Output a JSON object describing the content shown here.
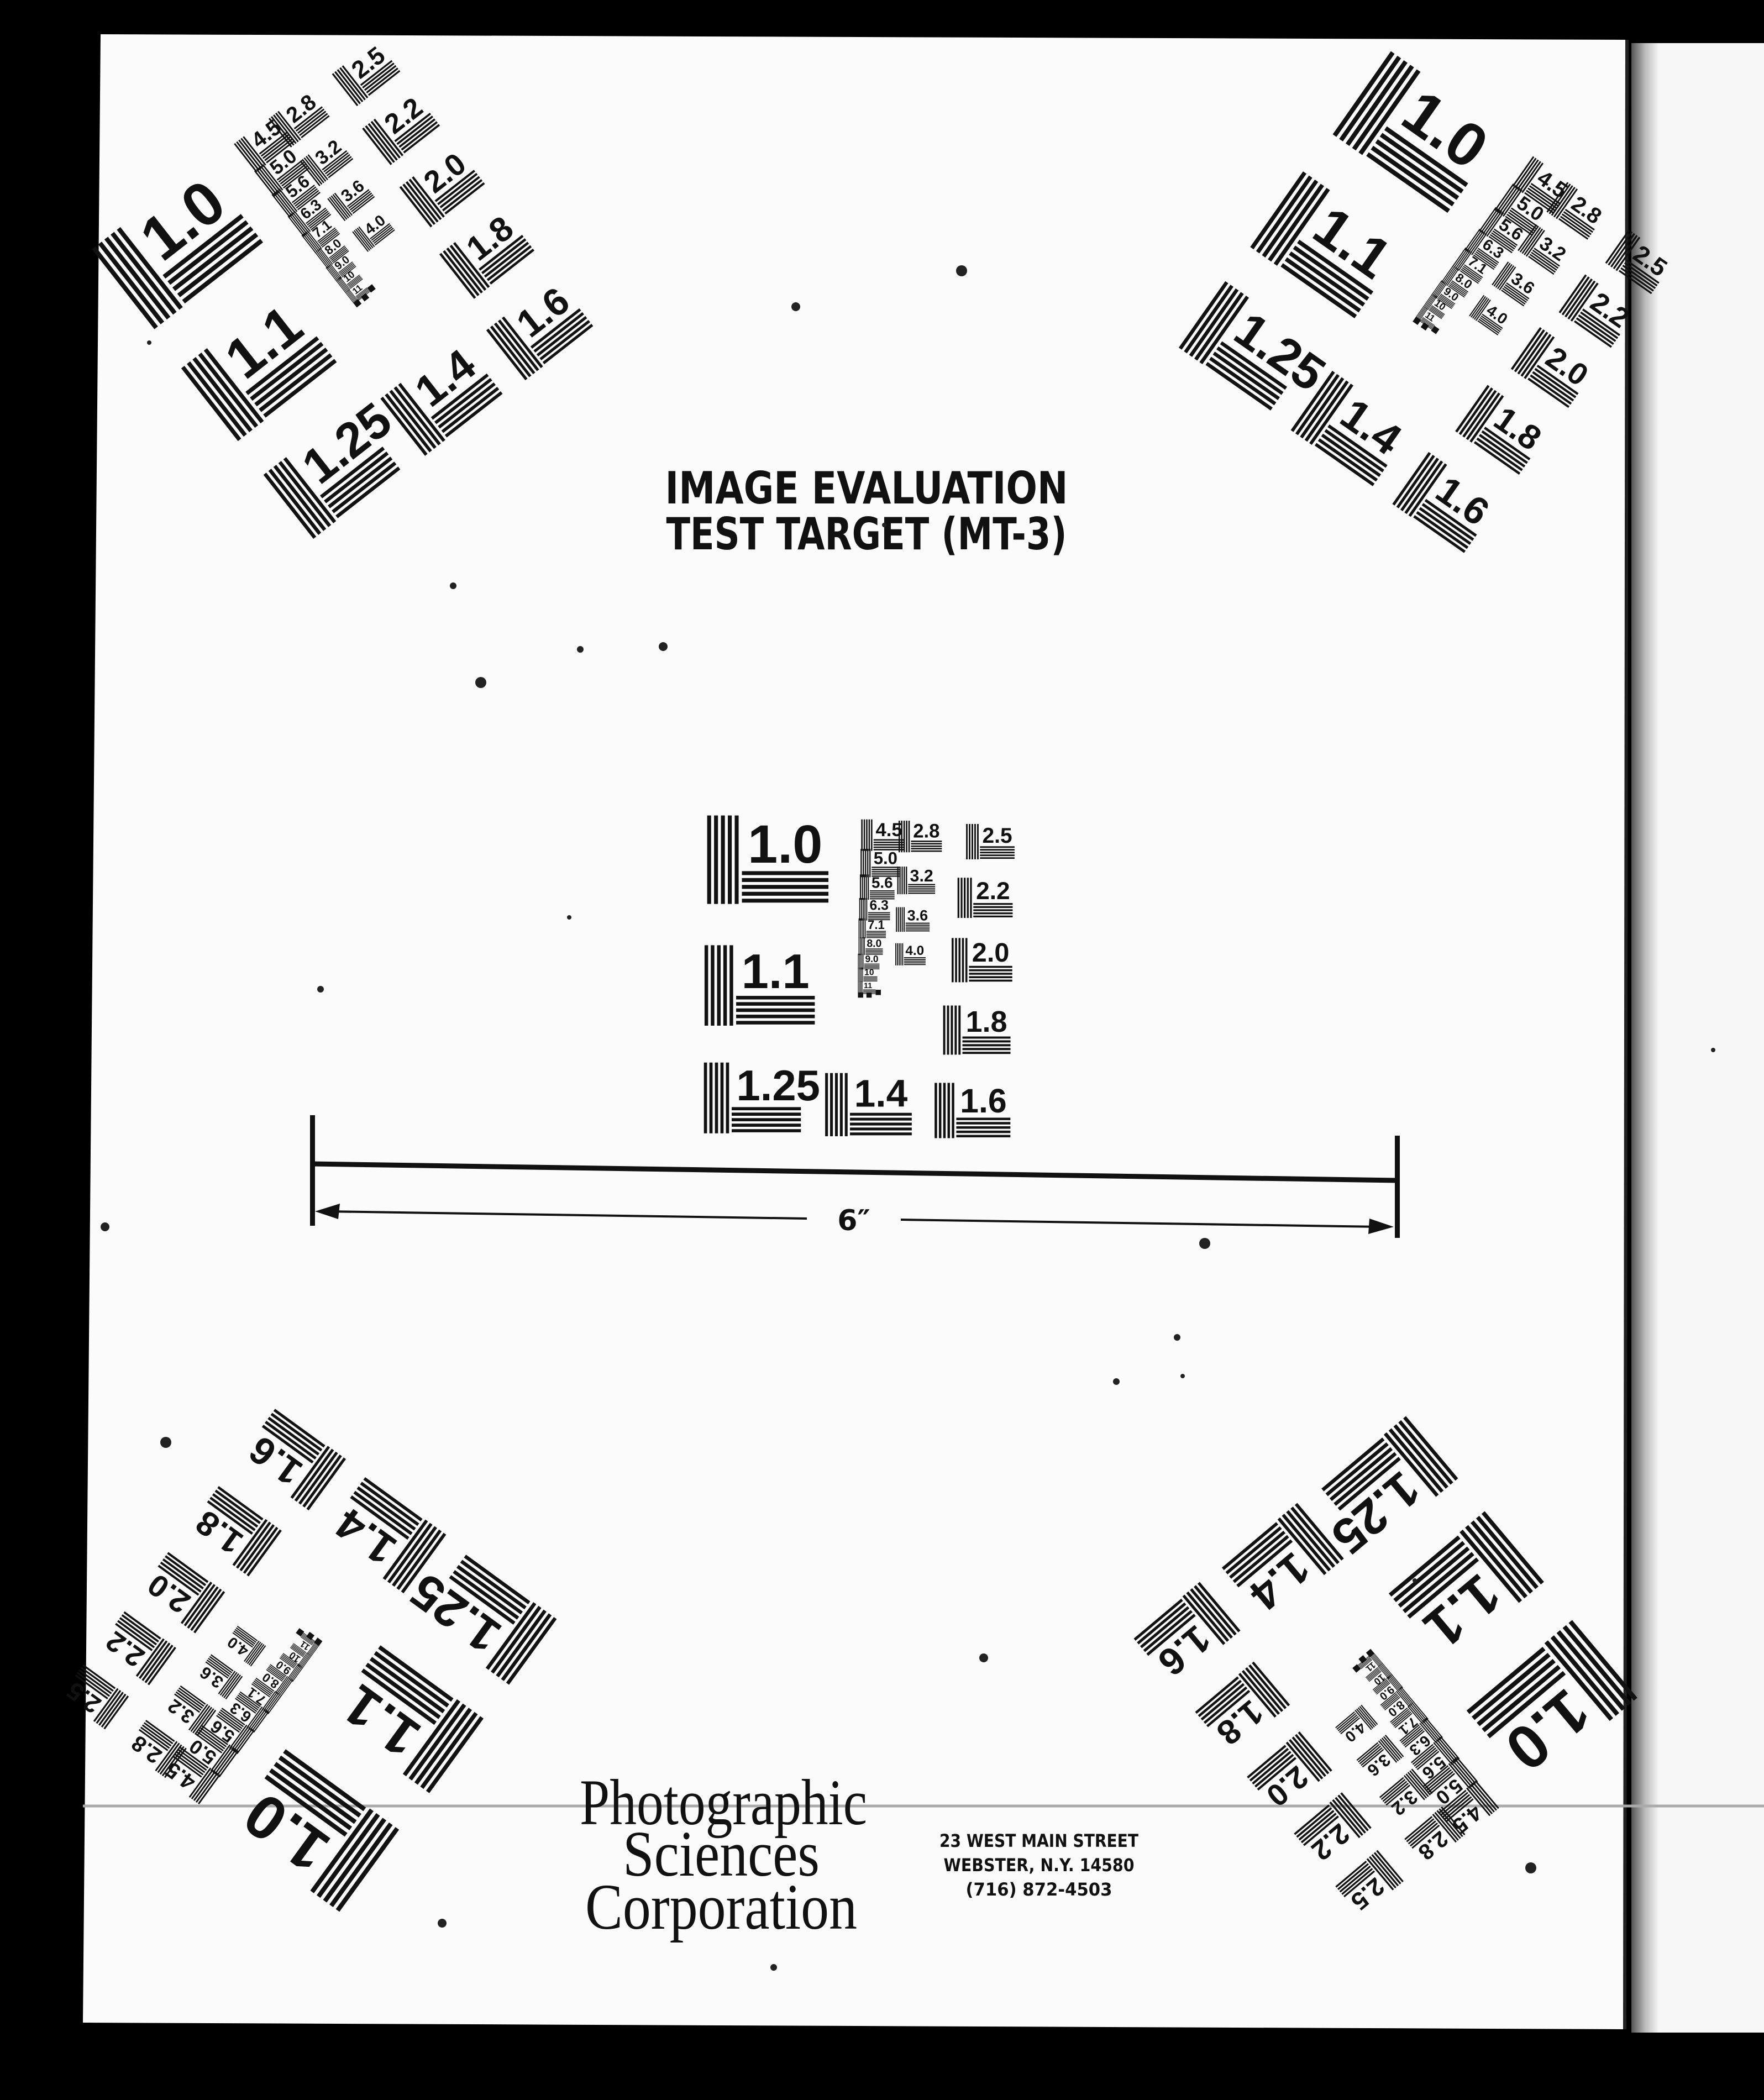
{
  "title": {
    "line1": "IMAGE EVALUATION",
    "line2": "TEST TARGET (MT-3)"
  },
  "target": {
    "labels": [
      "1.0",
      "1.1",
      "1.25",
      "1.4",
      "1.6",
      "1.8",
      "2.0",
      "2.2",
      "2.5",
      "2.8",
      "3.2",
      "3.6",
      "4.0",
      "4.5",
      "5.0",
      "5.6",
      "6.3",
      "7.1",
      "8.0",
      "9.0",
      "10",
      "11"
    ]
  },
  "scale_bar": {
    "label": "6″"
  },
  "company": {
    "name_line1": "Photographic",
    "name_line2": "Sciences",
    "name_line3": "Corporation",
    "address_line1": "23 WEST MAIN STREET",
    "address_line2": "WEBSTER, N.Y. 14580",
    "phone": "(716) 872-4503"
  },
  "colors": {
    "background": "#000000",
    "paper": "#fbfbfb",
    "ink": "#111111"
  }
}
